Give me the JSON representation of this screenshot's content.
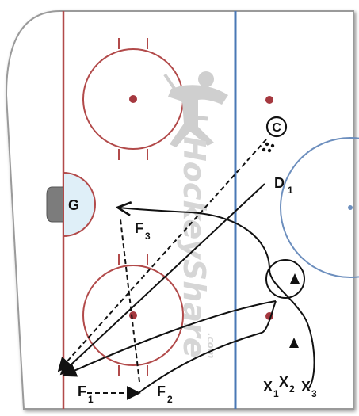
{
  "watermark": {
    "brand": "HockeyShare",
    "suffix": ".com"
  },
  "players": {
    "goalie": "G",
    "coach": "C",
    "defense": {
      "letter": "D",
      "sub": "1"
    },
    "f1": {
      "letter": "F",
      "sub": "1"
    },
    "f2": {
      "letter": "F",
      "sub": "2"
    },
    "f3": {
      "letter": "F",
      "sub": "3"
    }
  },
  "lines": [
    {
      "letter": "X",
      "sub": "1"
    },
    {
      "letter": "X",
      "sub": "2"
    },
    {
      "letter": "X",
      "sub": "3"
    }
  ],
  "colors": {
    "goal_line": "#b24a4a",
    "blue_line": "#4a78b5",
    "crease_fill": "#dfeff8",
    "faceoff_dot": "#a5383f",
    "neutral_circle": "#6d8fbe",
    "board": "#9a9a9a"
  }
}
